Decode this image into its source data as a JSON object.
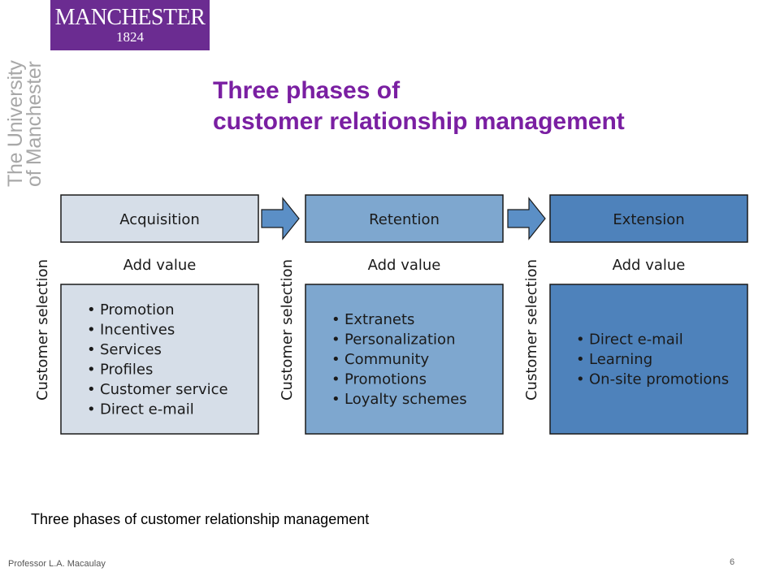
{
  "logo": {
    "wordmark": "MANCHESTER",
    "year": "1824",
    "vertical_lines": [
      "The University",
      "of Manchester"
    ]
  },
  "slide": {
    "title_line1": "Three phases of",
    "title_line2": "customer relationship management",
    "caption": "Three phases of customer relationship management",
    "author": "Professor L.A. Macaulay",
    "page_number": "6"
  },
  "diagram": {
    "side_label": "Customer selection",
    "add_value_label": "Add value",
    "phases": [
      {
        "name": "Acquisition",
        "items": [
          "Promotion",
          "Incentives",
          "Services",
          "Profiles",
          "Customer service",
          "Direct e-mail"
        ]
      },
      {
        "name": "Retention",
        "items": [
          "Extranets",
          "Personalization",
          "Community",
          "Promotions",
          "Loyalty schemes"
        ]
      },
      {
        "name": "Extension",
        "items": [
          "Direct e-mail",
          "Learning",
          "On-site promotions"
        ]
      }
    ]
  },
  "colors": {
    "brand_purple": "#6b2c91",
    "title_purple": "#7a1fa2",
    "acquisition_fill": "#d6dee8",
    "retention_fill": "#7ea7cf",
    "extension_fill": "#4e82bb",
    "arrow_fill": "#5b8fc6",
    "border": "#1a1a1a"
  }
}
